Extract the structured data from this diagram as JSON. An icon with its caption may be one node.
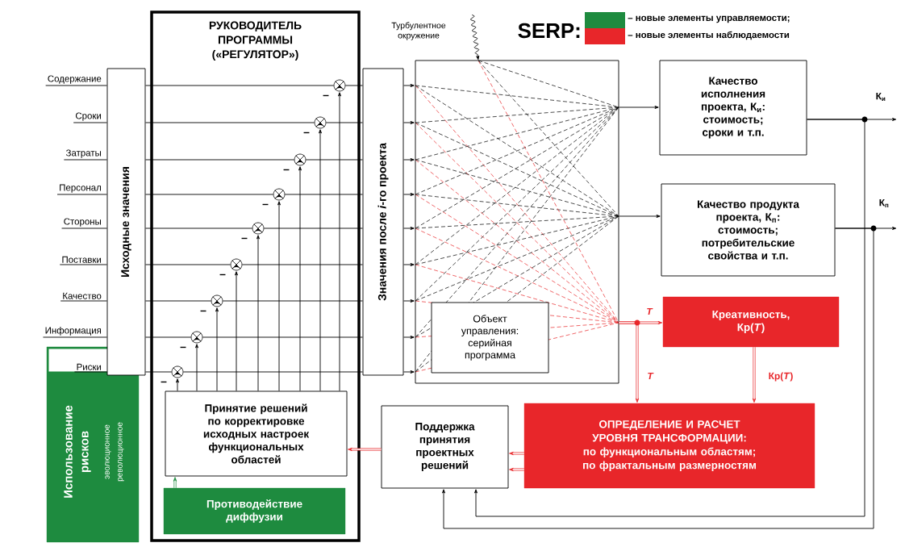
{
  "diagram": {
    "nodes": [
      {
        "text": [
          "РУКОВОДИТЕЛЬ ПРОГРАММЫ («РЕГУЛЯТОР»)"
        ]
      },
      {
        "text": [
          "Исходные значения"
        ]
      },
      {
        "text": [
          "Содержание"
        ]
      },
      {
        "text": [
          "Сроки"
        ]
      },
      {
        "text": [
          "Затраты"
        ]
      },
      {
        "text": [
          "Персонал"
        ]
      },
      {
        "text": [
          "Стороны"
        ]
      },
      {
        "text": [
          "Поставки"
        ]
      },
      {
        "text": [
          "Качество"
        ]
      },
      {
        "text": [
          "Информация"
        ]
      },
      {
        "text": [
          "Использование рисков",
          "эволюционное",
          "революционное"
        ]
      },
      {
        "text": [
          "Риски"
        ],
        "in": 10
      },
      {
        "text": [],
        "shape": "circle",
        "in": 0
      },
      {
        "text": [],
        "shape": "circle",
        "in": 0
      },
      {
        "text": [],
        "shape": "circle",
        "in": 0
      },
      {
        "text": [],
        "shape": "circle",
        "in": 0
      },
      {
        "text": [],
        "shape": "circle",
        "in": 0
      },
      {
        "text": [],
        "shape": "circle",
        "in": 0
      },
      {
        "text": [],
        "shape": "circle",
        "in": 0
      },
      {
        "text": [],
        "shape": "circle",
        "in": 0
      },
      {
        "text": [],
        "shape": "circle",
        "in": 0
      },
      {
        "text": [
          "Принятие решений по корректировке исходных настроек функциональных областей"
        ],
        "in": 0
      },
      {
        "text": [
          "Противодействие диффузии"
        ],
        "in": 0
      },
      {
        "text": [
          "Значения после *i*-го проекта"
        ]
      },
      {
        "text": [
          "Турбулентное окружение"
        ]
      },
      {
        "text": [],
        "shape": "box"
      },
      {
        "text": [
          "Объект управления: серийная программа"
        ],
        "in": 25
      },
      {
        "text": [
          "Качество исполнения проекта, К$_{и}$: стоимость; сроки и т.п."
        ]
      },
      {
        "text": [
          "Качество продукта проекта, К$_{п}$: стоимость; потребительские свойства и т.п."
        ]
      },
      {
        "text": [
          "Креативность, Кр(*T*)"
        ]
      },
      {
        "text": [
          "Поддержка принятия проектных решений"
        ]
      },
      {
        "text": [
          "ОПРЕДЕЛЕНИЕ И РАСЧЕТ УРОВНЯ ТРАНСФОРМАЦИИ:",
          "по функциональным областям; по фрактальным размерностям"
        ]
      }
    ],
    "edges": [
      {
        "from": 2,
        "to": 1,
        "arrow": "none"
      },
      {
        "from": 3,
        "to": 1,
        "arrow": "none"
      },
      {
        "from": 4,
        "to": 1,
        "arrow": "none"
      },
      {
        "from": 5,
        "to": 1,
        "arrow": "none"
      },
      {
        "from": 6,
        "to": 1,
        "arrow": "none"
      },
      {
        "from": 7,
        "to": 1,
        "arrow": "none"
      },
      {
        "from": 8,
        "to": 1,
        "arrow": "none"
      },
      {
        "from": 9,
        "to": 1,
        "arrow": "none"
      },
      {
        "from": 11,
        "to": 1,
        "arrow": "none"
      },
      {
        "from": 1,
        "to": 12,
        "arrow": "none"
      },
      {
        "from": 1,
        "to": 13,
        "arrow": "none"
      },
      {
        "from": 1,
        "to": 14,
        "arrow": "none"
      },
      {
        "from": 1,
        "to": 15,
        "arrow": "none"
      },
      {
        "from": 1,
        "to": 16,
        "arrow": "none"
      },
      {
        "from": 1,
        "to": 17,
        "arrow": "none"
      },
      {
        "from": 1,
        "to": 18,
        "arrow": "none"
      },
      {
        "from": 1,
        "to": 19,
        "arrow": "none"
      },
      {
        "from": 1,
        "to": 20,
        "arrow": "none"
      },
      {
        "from": 12,
        "to": 23,
        "arrow": "none"
      },
      {
        "from": 13,
        "to": 23,
        "arrow": "none"
      },
      {
        "from": 14,
        "to": 23,
        "arrow": "none"
      },
      {
        "from": 15,
        "to": 23,
        "arrow": "none"
      },
      {
        "from": 16,
        "to": 23,
        "arrow": "none"
      },
      {
        "from": 17,
        "to": 23,
        "arrow": "none"
      },
      {
        "from": 18,
        "to": 23,
        "arrow": "none"
      },
      {
        "from": 19,
        "to": 23,
        "arrow": "none"
      },
      {
        "from": 20,
        "to": 23,
        "arrow": "none"
      },
      {
        "from": 21,
        "to": 12,
        "arrow": "to"
      },
      {
        "from": 21,
        "to": 13,
        "arrow": "to"
      },
      {
        "from": 21,
        "to": 14,
        "arrow": "to"
      },
      {
        "from": 21,
        "to": 15,
        "arrow": "to"
      },
      {
        "from": 21,
        "to": 16,
        "arrow": "to"
      },
      {
        "from": 21,
        "to": 17,
        "arrow": "to"
      },
      {
        "from": 21,
        "to": 18,
        "arrow": "to"
      },
      {
        "from": 21,
        "to": 19,
        "arrow": "to"
      },
      {
        "from": 21,
        "to": 20,
        "arrow": "to"
      },
      {
        "from": 23,
        "to": 25,
        "arrow": "to"
      },
      {
        "from": 23,
        "to": 25,
        "arrow": "to"
      },
      {
        "from": 23,
        "to": 25,
        "arrow": "to"
      },
      {
        "from": 23,
        "to": 25,
        "arrow": "to"
      },
      {
        "from": 23,
        "to": 25,
        "arrow": "to"
      },
      {
        "from": 23,
        "to": 25,
        "arrow": "to"
      },
      {
        "from": 23,
        "to": 25,
        "arrow": "to"
      },
      {
        "from": 23,
        "to": 25,
        "arrow": "to"
      },
      {
        "from": 23,
        "to": 25,
        "arrow": "to"
      },
      {
        "from": 24,
        "to": 25,
        "arrow": "to"
      },
      {
        "from": 25,
        "to": 27,
        "arrow": "to"
      },
      {
        "from": 25,
        "to": 28,
        "arrow": "to"
      },
      {
        "from": 25,
        "to": 29,
        "arrow": "to",
        "label": "T",
        "style": "thick",
        "color": "#e8262a"
      },
      {
        "from": 25,
        "to": 31,
        "arrow": "to",
        "label": "T",
        "style": "thick",
        "color": "#e8262a"
      },
      {
        "from": 29,
        "to": 31,
        "arrow": "to",
        "label": "Кр(*T*)",
        "style": "thick",
        "color": "#e8262a"
      },
      {
        "from": 31,
        "to": 30,
        "arrow": "to",
        "style": "thick",
        "color": "#e8262a"
      },
      {
        "from": 31,
        "to": 30,
        "arrow": "to",
        "style": "thick",
        "color": "#e8262a"
      },
      {
        "from": 30,
        "to": 21,
        "arrow": "to",
        "style": "thick",
        "color": "#e8262a"
      },
      {
        "from": 22,
        "to": 21,
        "arrow": "to",
        "style": "thick",
        "color": "#1e8b3f"
      },
      {
        "from": 27,
        "to": null,
        "arrow": "to",
        "label": "К$_{и}$"
      },
      {
        "from": 28,
        "to": null,
        "arrow": "to",
        "label": "К$_{п}$"
      },
      {
        "from": 27,
        "to": 30,
        "arrow": "to"
      },
      {
        "from": 28,
        "to": 30,
        "arrow": "to"
      }
    ],
    "labels": [
      "SERP:",
      "–",
      "–",
      "–",
      "–",
      "–",
      "–",
      "–",
      "–",
      "–"
    ],
    "legend": [
      {
        "text": "– новые элементы управляемости;",
        "color": "#1e8b3f"
      },
      {
        "text": "– новые элементы наблюдаемости",
        "color": "#e8262a"
      }
    ]
  }
}
